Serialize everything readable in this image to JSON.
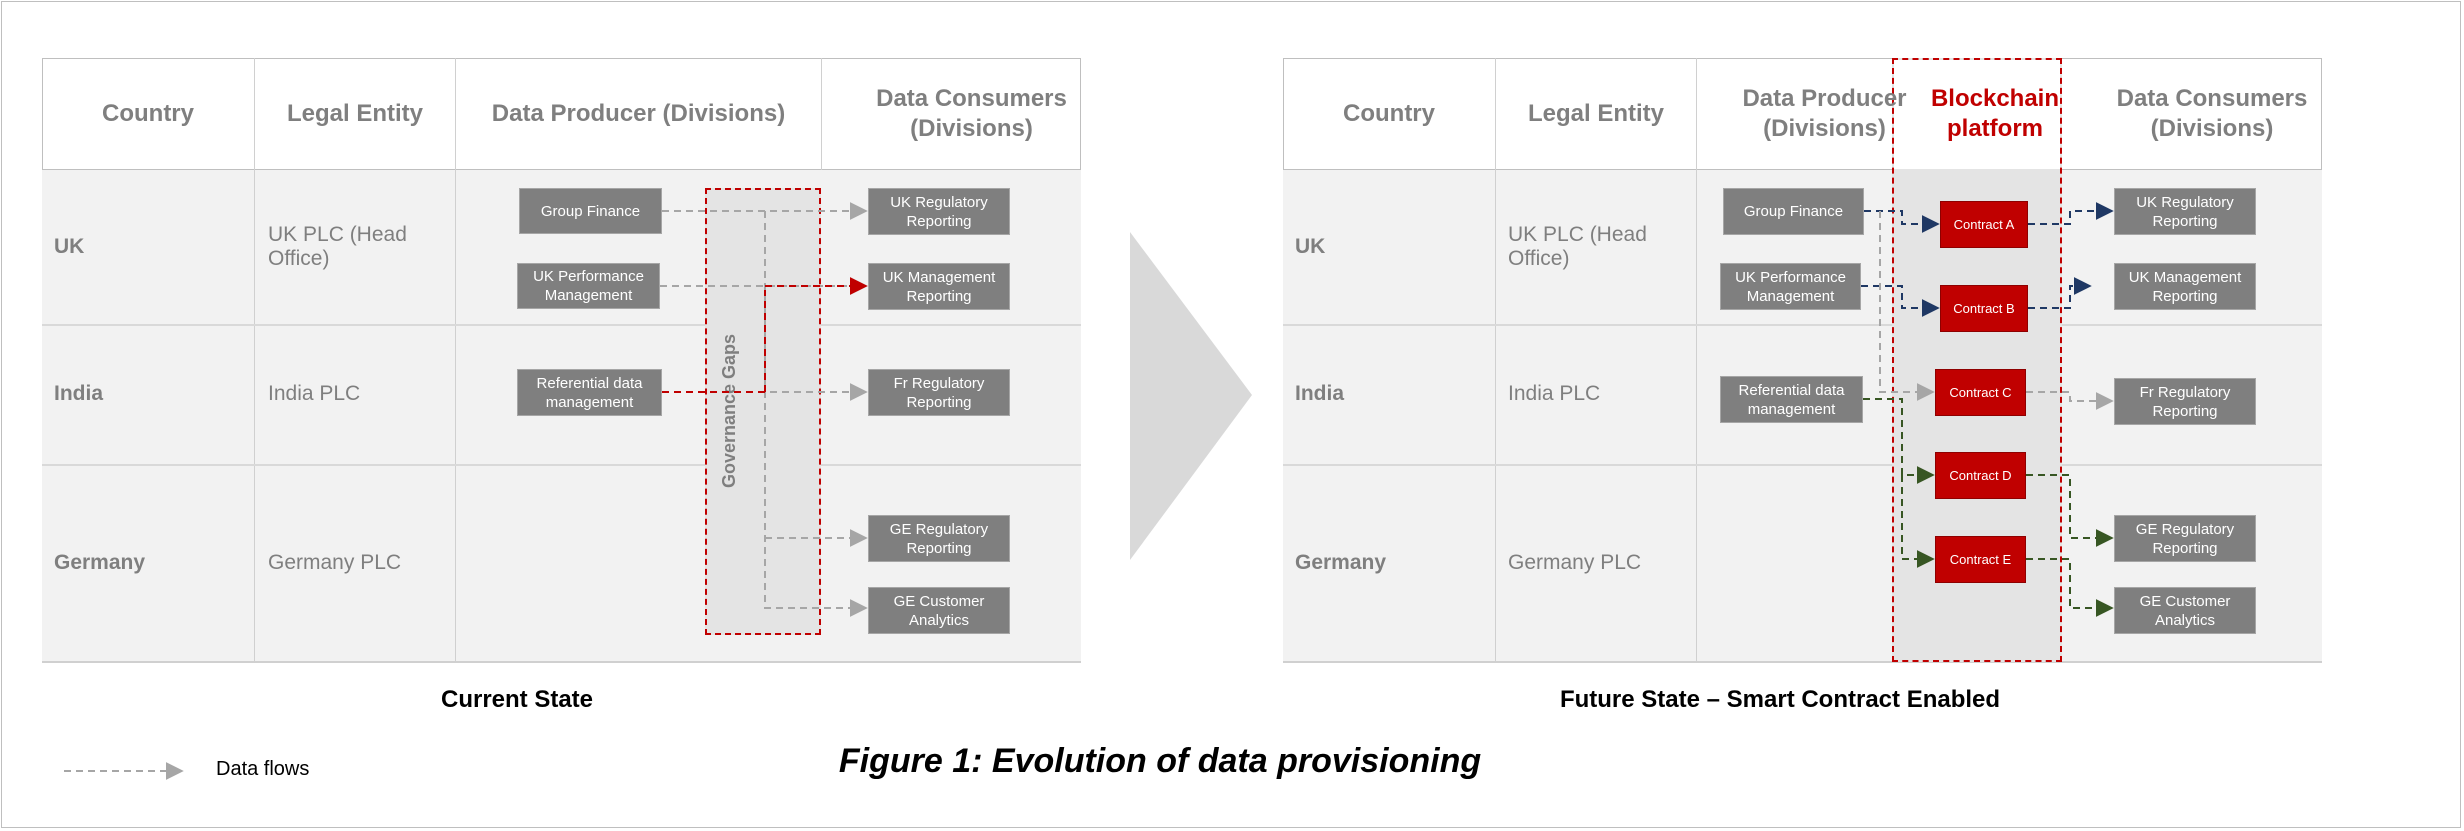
{
  "figure_title": "Figure 1: Evolution of data provisioning",
  "legend": {
    "data_flows_label": "Data flows"
  },
  "colors": {
    "grey_flow": "#a6a6a6",
    "red": "#c00000",
    "navy": "#1f3864",
    "green": "#375623",
    "box_grey": "#7f7f7f"
  },
  "current": {
    "caption": "Current State",
    "headers": {
      "country": "Country",
      "legal_entity": "Legal Entity",
      "producer": "Data Producer (Divisions)",
      "consumers": "Data Consumers (Divisions)"
    },
    "rows": [
      {
        "country": "UK",
        "entity": "UK PLC (Head Office)"
      },
      {
        "country": "India",
        "entity": "India PLC"
      },
      {
        "country": "Germany",
        "entity": "Germany PLC"
      }
    ],
    "producers": [
      "Group Finance",
      "UK Performance Management",
      "Referential data management"
    ],
    "consumers": [
      "UK Regulatory Reporting",
      "UK Management Reporting",
      "Fr Regulatory Reporting",
      "GE Regulatory Reporting",
      "GE Customer Analytics"
    ],
    "governance_label": "Governance Gaps"
  },
  "future": {
    "caption": "Future State – Smart Contract Enabled",
    "headers": {
      "country": "Country",
      "legal_entity": "Legal Entity",
      "producer": "Data Producer (Divisions)",
      "blockchain": "Blockchain platform",
      "consumers": "Data Consumers (Divisions)"
    },
    "rows": [
      {
        "country": "UK",
        "entity": "UK PLC (Head Office)"
      },
      {
        "country": "India",
        "entity": "India PLC"
      },
      {
        "country": "Germany",
        "entity": "Germany PLC"
      }
    ],
    "producers": [
      "Group Finance",
      "UK Performance Management",
      "Referential data management"
    ],
    "contracts": [
      "Contract A",
      "Contract B",
      "Contract C",
      "Contract D",
      "Contract E"
    ],
    "consumers": [
      "UK Regulatory Reporting",
      "UK Management Reporting",
      "Fr Regulatory Reporting",
      "GE Regulatory Reporting",
      "GE Customer Analytics"
    ]
  }
}
